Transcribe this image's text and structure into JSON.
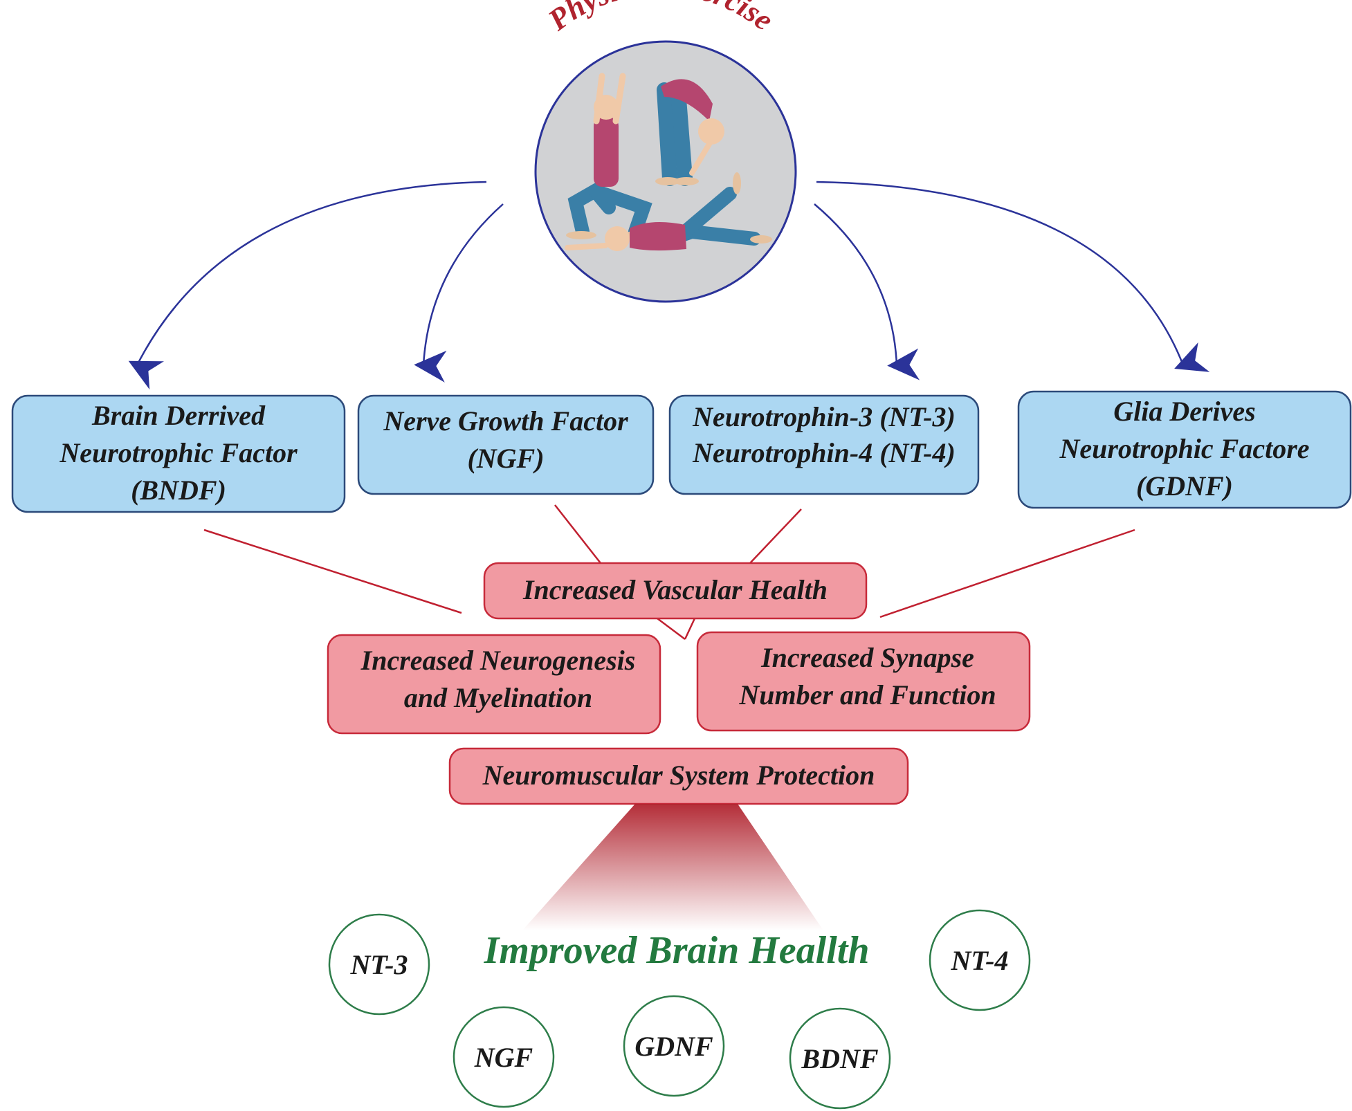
{
  "title": "Physical Exercise",
  "factors": [
    {
      "lines": [
        "Brain Derrived",
        "Neurotrophic Factor",
        "(BNDF)"
      ]
    },
    {
      "lines": [
        "Nerve Growth Factor",
        "(NGF)"
      ]
    },
    {
      "lines": [
        "Neurotrophin-3 (NT-3)",
        "Neurotrophin-4 (NT-4)"
      ]
    },
    {
      "lines": [
        "Glia Derives",
        "Neurotrophic Factore",
        "(GDNF)"
      ]
    }
  ],
  "effects": {
    "vascular": "Increased Vascular Health",
    "neurogenesis": [
      "Increased Neurogenesis",
      "and Myelination"
    ],
    "synapse": [
      "Increased Synapse",
      "Number and Function"
    ],
    "neuromuscular": "Neuromuscular System Protection"
  },
  "outcome": "Improved Brain Heallth",
  "markers": [
    "NT-3",
    "NT-4",
    "NGF",
    "GDNF",
    "BDNF"
  ],
  "colors": {
    "factor_fill": "#acd7f2",
    "effect_fill": "#f19aa2",
    "arrow": "#2b3399",
    "title": "#b0232e",
    "outcome": "#237a3f"
  },
  "icons": [
    "exercise-illustration-icon"
  ]
}
